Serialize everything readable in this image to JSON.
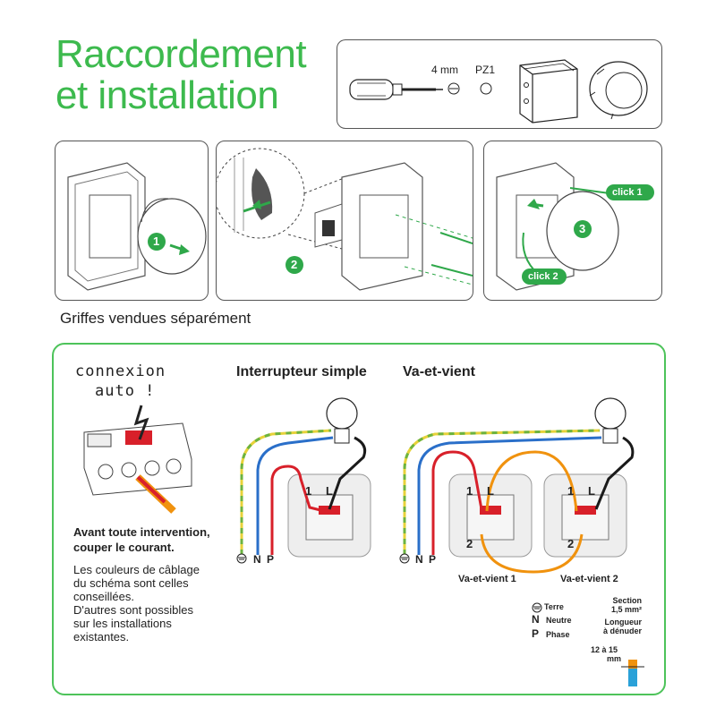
{
  "title": {
    "line1": "Raccordement",
    "line2": "et installation"
  },
  "tools": {
    "screwdriver_size": "4 mm",
    "pozidriv": "PZ1"
  },
  "steps": {
    "step1_number": "1",
    "step2_number": "2",
    "step3_number": "3",
    "click1": "click 1",
    "click2": "click 2"
  },
  "griffes_note": "Griffes vendues séparément",
  "wiring": {
    "connexion_line1": "connexion",
    "connexion_line2": "auto !",
    "warning_line1": "Avant toute intervention,",
    "warning_line2": "couper le courant.",
    "info_lines": [
      "Les couleurs de câblage",
      "du schéma sont celles",
      "conseillées.",
      "D'autres sont possibles",
      "sur les installations",
      "existantes."
    ],
    "simple_title": "Interrupteur simple",
    "vav_title": "Va-et-vient",
    "terminal_n": "N",
    "terminal_p": "P",
    "term_1": "1",
    "term_l": "L",
    "term_2": "2",
    "vav1_label": "Va-et-vient 1",
    "vav2_label": "Va-et-vient 2",
    "legend": {
      "terre": "Terre",
      "n_letter": "N",
      "neutre": "Neutre",
      "p_letter": "P",
      "phase": "Phase"
    },
    "section": {
      "line1": "Section",
      "line2": "1,5 mm²",
      "line3": "Longueur",
      "line4": "à dénuder",
      "line5": "12 à 15",
      "line6": "mm"
    }
  },
  "colors": {
    "brand_green": "#3dba4e",
    "wire_blue": "#2a6fc9",
    "wire_red": "#d8202a",
    "wire_black": "#1a1a1a",
    "wire_orange": "#f0920e",
    "wire_earth_yellow": "#e7d23a",
    "wire_earth_green": "#6cb33f"
  }
}
